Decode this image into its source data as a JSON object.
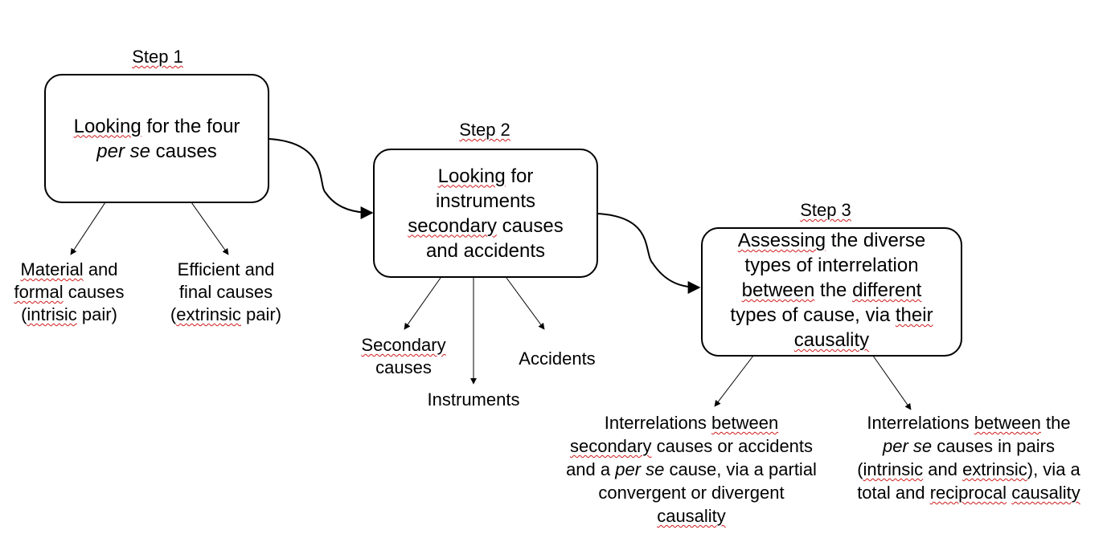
{
  "steps": [
    {
      "label": "Step 1",
      "text": {
        "a": "Looking",
        "b": " for the four",
        "c": "per se",
        "d": " causes"
      },
      "children": [
        {
          "l1a": "Material",
          "l1b": " and",
          "l2a": "formal",
          "l2b": " causes",
          "l3a": "(",
          "l3b": "intrisic",
          "l3c": " pair)"
        },
        {
          "l1": "Efficient and",
          "l2": "final causes",
          "l3a": "(",
          "l3b": "extrinsic",
          "l3c": " pair)"
        }
      ]
    },
    {
      "label": "Step 2",
      "text": {
        "l1a": "Looking",
        "l1b": " for",
        "l2": "instruments",
        "l3a": "secondary",
        "l3b": " causes",
        "l4": "and accidents"
      },
      "children": [
        {
          "l1": "Secondary",
          "l2": "causes"
        },
        {
          "l1": "Instruments"
        },
        {
          "l1": "Accidents"
        }
      ]
    },
    {
      "label": "Step 3",
      "text": {
        "l1a": "Assessing",
        "l1b": " the diverse",
        "l2": "types of interrelation",
        "l3a": "between",
        "l3b": " the ",
        "l3c": "different",
        "l4a": "types of cause, via ",
        "l4b": "their",
        "l5": "causality"
      },
      "children": [
        {
          "l1a": "Interrelations ",
          "l1b": "between",
          "l2a": "secondary",
          "l2b": " causes or accidents",
          "l3a": "and a ",
          "l3b": "per se",
          "l3c": " cause, via a partial",
          "l4": "convergent or divergent",
          "l5": "causality"
        },
        {
          "l1a": "Interrelations ",
          "l1b": "between",
          "l1c": " the",
          "l2a": "per se",
          "l2b": " causes in pairs",
          "l3a": "(",
          "l3b": "intrinsic",
          "l3c": " and ",
          "l3d": "extrinsic",
          "l3e": "), via a",
          "l4a": "total and ",
          "l4b": "reciprocal",
          "l4c": " ",
          "l4d": "causality"
        }
      ]
    }
  ]
}
